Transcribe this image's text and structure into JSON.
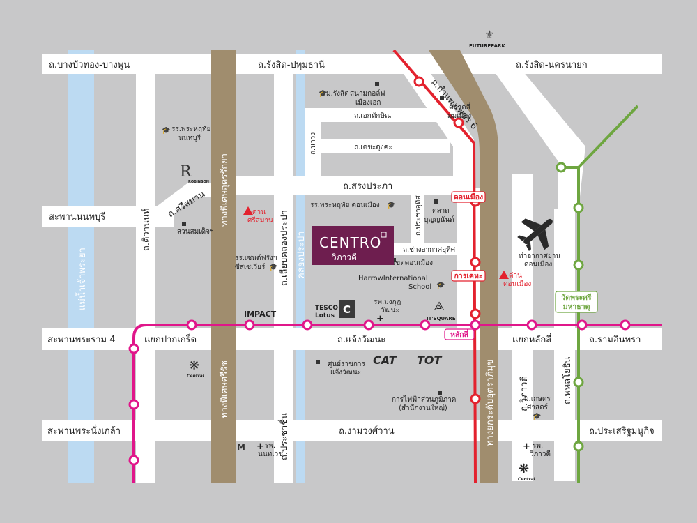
{
  "brand": {
    "name": "CENTRO",
    "subtitle": "วิภาวดี",
    "color": "#6e1e4f"
  },
  "colors": {
    "background": "#c8c8c9",
    "road": "#ffffff",
    "river": "#bcdaf2",
    "expressway": "#a08d6e",
    "red_line": "#e3222e",
    "pink_line": "#e0168a",
    "green_line": "#6ea640"
  },
  "roads": {
    "bangbuathong": "ถ.บางบัวทอง-บางพูน",
    "rangsit_pathum": "ถ.รังสิต-ปทุมธานี",
    "rangsit_nakhon": "ถ.รังสิต-นครนายก",
    "kamphaeng6": "ถ.กำแพงเพชร 6",
    "ekthakin": "ถ.เอกทักษิณ",
    "dechatungka": "ถ.เดชะตุงคะ",
    "nawong": "ถ.นาวง",
    "songprapa": "ถ.สรงประภา",
    "nonthaburi_bridge": "สะพานนนทบุรี",
    "srisaman": "ถ.ศรีสมาน",
    "tiwanon": "ถ.ติวานนท์",
    "expressway_udon": "ทางพิเศษอุดรรัถยา",
    "sriyan": "ถ.เลียบคลองประปา",
    "khlong_prapa": "คลองประปา",
    "prachauthit": "ถ.ประชาอุทิศ",
    "changakat": "ถ.ช่างอากาศอุทิศ",
    "rama4_bridge": "สะพานพระราม 4",
    "pakkret_junction": "แยกปากเกร็ด",
    "chaengwattana": "ถ.แจ้งวัฒนะ",
    "laksi_junction": "แยกหลักสี่",
    "ramintra": "ถ.รามอินทรา",
    "expressway_sirat": "ทางพิเศษศรีรัช",
    "vibhavadi": "ถ.วิภาวดี",
    "phahonyothin": "ถ.พหลโยธิน",
    "uttaraphimuk": "ทางยกระดับอุตราภิมุข",
    "phranangklao_bridge": "สะพานพระนั่งเกล้า",
    "ngamwongwan": "ถ.งามวงศ์วาน",
    "prachachuen": "ถ.ประชาชื่น",
    "prasertmanukit": "ถ.ประเสริฐมนูกิจ",
    "chaophraya": "แม่น้ำเจ้าพระยา"
  },
  "places": {
    "rangsit_uni": "ม.รังสิต",
    "golf_line1": "สนามกอล์ฟ",
    "golf_line2": "เมืองเอก",
    "market_line1": "ตลาดสี่",
    "market_line2": "มุมเมือง",
    "school_nonthaburi_1": "รร.พระหฤทัย",
    "school_nonthaburi_2": "นนทบุรี",
    "school_donmuang": "รร.พระหฤทัย ดอนเมือง",
    "boonyanan_1": "ตลาด",
    "boonyanan_2": "บุญญนันต์",
    "park": "สวนสมเด็จฯ",
    "checkpoint_srisaman_1": "ด่าน",
    "checkpoint_srisaman_2": "ศรีสมาน",
    "st_francis_1": "รร.เซนต์ฟรังฯ",
    "st_francis_2": "ซีสเซเวียร์",
    "snong_khet": "สนง.เขตดอนเมือง",
    "harrow_1": "HarrowInternational",
    "harrow_2": "School",
    "airport_1": "ท่าอากาศยาน",
    "airport_2": "ดอนเมือง",
    "checkpoint_donmuang_1": "ด่าน",
    "checkpoint_donmuang_2": "ดอนเมือง",
    "hospital_mongkut_1": "รพ.มงกุฎ",
    "hospital_mongkut_2": "วัฒนะ",
    "govt_center_1": "ศูนย์ราชการ",
    "govt_center_2": "แจ้งวัฒนะ",
    "mea_1": "การไฟฟ้าส่วนภูมิภาค",
    "mea_2": "(สำนักงานใหญ่)",
    "kasetsart_1": "ม.เกษตร",
    "kasetsart_2": "ศาสตร์",
    "hospital_nonthavej_1": "รพ.",
    "hospital_nonthavej_2": "นนทเวช",
    "hospital_vibhavadi_1": "รพ.",
    "hospital_vibhavadi_2": "วิภาวดี"
  },
  "stations": {
    "donmuang": "ดอนเมือง",
    "karnkeha": "การเคหะ",
    "laksi": "หลักสี่",
    "wat_phra_sri_1": "วัดพระศรี",
    "wat_phra_sri_2": "มหาธาตุ"
  },
  "logos": {
    "futurepark": "FUTUREPARK",
    "robinson": "ROBINSON",
    "impact": "IMPACT",
    "tesco_1": "TESCO",
    "tesco_2": "Lotus",
    "itsquare": "IT'SQUARE",
    "cat": "CAT",
    "tot": "TOT",
    "central": "Central"
  },
  "icons": [
    "graduation-cap-icon",
    "plus-icon",
    "airplane-icon",
    "warning-triangle-icon"
  ]
}
